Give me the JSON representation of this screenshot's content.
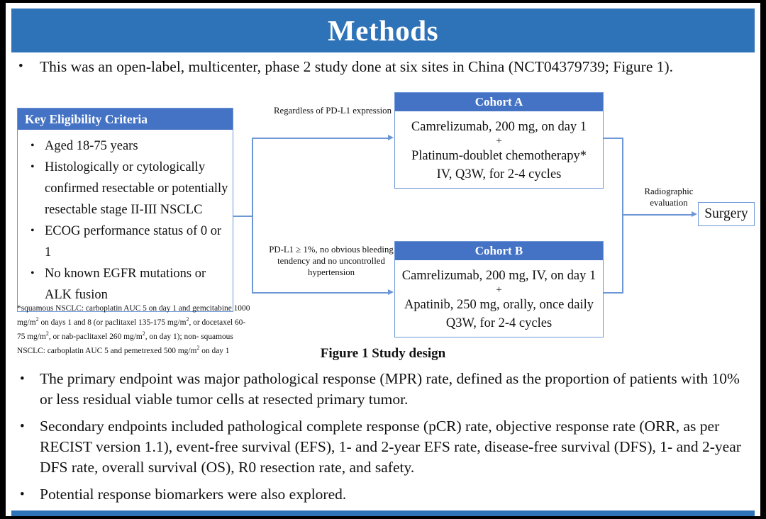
{
  "banner": {
    "title": "Methods"
  },
  "intro": {
    "bullet": "•",
    "text": "This was an open-label, multicenter, phase 2 study done at six sites in China (NCT04379739; Figure 1)."
  },
  "figure": {
    "eligibility": {
      "header": "Key  Eligibility Criteria",
      "bullet": "•",
      "items": [
        "Aged 18-75 years",
        "Histologically or cytologically confirmed resectable or potentially resectable stage II-III  NSCLC",
        "ECOG performance status of 0 or 1",
        "No known EGFR mutations or ALK fusion"
      ]
    },
    "footnote": {
      "line1": "*squamous NSCLC: carboplatin AUC 5 on day 1 and gemcitabine 1000 mg/m",
      "line1b": " on days 1 and 8 (or",
      "line2": "paclitaxel 135-175  mg/m",
      "line2b": ", or docetaxel 60-75 mg/m",
      "line2c": ", or nab-paclitaxel 260 mg/m",
      "line2d": ", on day 1); non-",
      "line3": "squamous NSCLC: carboplatin AUC 5 and pemetrexed 500 mg/m",
      "line3b": " on day 1",
      "sup": "2"
    },
    "cohort_a": {
      "header": "Cohort A",
      "line1": "Camrelizumab, 200 mg, on day 1",
      "plus": "+",
      "line2": "Platinum-doublet chemotherapy*",
      "line3": "IV, Q3W, for 2-4 cycles"
    },
    "cohort_b": {
      "header": "Cohort B",
      "line1": "Camrelizumab, 200 mg, IV, on day 1",
      "plus": "+",
      "line2": "Apatinib, 250 mg, orally, once daily",
      "line3": "Q3W, for 2-4 cycles"
    },
    "label_a": "Regardless  of PD-L1 expression",
    "label_b": "PD-L1 ≥ 1%, no obvious bleeding tendency  and no uncontrolled  hypertension",
    "label_right": "Radiographic evaluation",
    "surgery": "Surgery",
    "caption": "Figure 1 Study design"
  },
  "bottom_bullets": {
    "bullet": "•",
    "items": [
      "The primary endpoint was major pathological response (MPR) rate, defined as the proportion of patients with 10% or less residual viable tumor cells at resected primary tumor.",
      "Secondary endpoints included pathological complete response (pCR) rate, objective response rate (ORR, as per RECIST version 1.1), event-free survival (EFS), 1- and 2-year EFS rate, disease-free survival (DFS), 1- and 2-year DFS rate, overall survival (OS), R0 resection rate, and safety.",
      "Potential response biomarkers were also explored."
    ]
  },
  "colors": {
    "banner_blue": "#2e73b8",
    "box_header_blue": "#4472c4",
    "connector_blue": "#6d96d6",
    "background": "#ffffff",
    "frame": "#000000"
  }
}
